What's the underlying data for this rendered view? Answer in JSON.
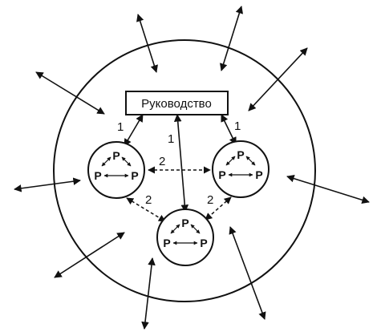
{
  "leadership": {
    "label": "Руководство"
  },
  "links": {
    "to_left_group": "1",
    "to_center_group": "1",
    "to_right_group": "1",
    "left_right": "2",
    "left_bottom": "2",
    "right_bottom": "2"
  },
  "groups": [
    {
      "members": [
        "P",
        "P",
        "P"
      ]
    },
    {
      "members": [
        "P",
        "P",
        "P"
      ]
    },
    {
      "members": [
        "P",
        "P",
        "P"
      ]
    }
  ]
}
